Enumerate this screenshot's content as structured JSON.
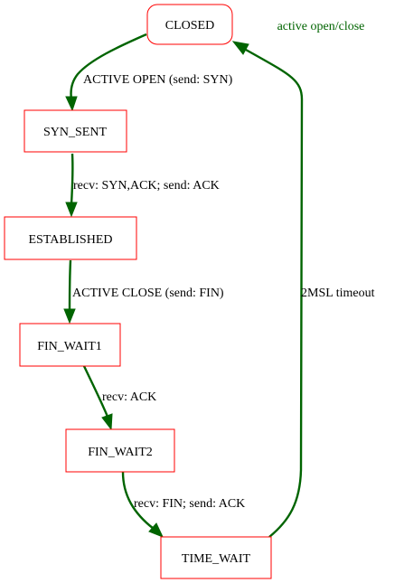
{
  "diagram": {
    "title": "active open/close",
    "colors": {
      "node_border": "#ff0000",
      "edge": "#006400",
      "title": "#006400",
      "text": "#000000",
      "background": "#ffffff"
    },
    "nodes": {
      "closed": "CLOSED",
      "syn_sent": "SYN_SENT",
      "established": "ESTABLISHED",
      "fin_wait1": "FIN_WAIT1",
      "fin_wait2": "FIN_WAIT2",
      "time_wait": "TIME_WAIT"
    },
    "edges": {
      "closed_to_syn_sent": "ACTIVE OPEN (send: SYN)",
      "syn_sent_to_established": "recv: SYN,ACK; send: ACK",
      "established_to_fin_wait1": "ACTIVE CLOSE (send: FIN)",
      "fin_wait1_to_fin_wait2": "recv: ACK",
      "fin_wait2_to_time_wait": "recv: FIN; send: ACK",
      "time_wait_to_closed": "2MSL timeout"
    }
  }
}
